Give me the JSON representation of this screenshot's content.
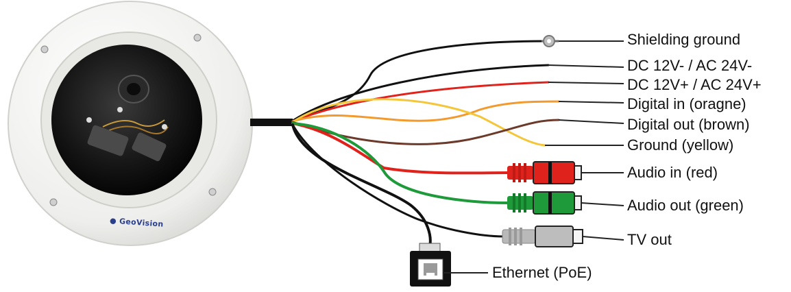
{
  "brand": "GeoVision",
  "labels": {
    "shielding_ground": "Shielding ground",
    "dc_neg": "DC 12V- / AC 24V-",
    "dc_pos": "DC 12V+ / AC 24V+",
    "digital_in": "Digital in (oragne)",
    "digital_out": "Digital out (brown)",
    "ground": "Ground (yellow)",
    "audio_in": "Audio in (red)",
    "audio_out": "Audio out (green)",
    "tv_out": "TV out",
    "ethernet": "Ethernet (PoE)"
  },
  "colors": {
    "black_wire": "#111111",
    "red_wire": "#e0221c",
    "orange_wire": "#f29a2e",
    "yellow_wire": "#f4c63b",
    "brown_wire": "#6b3a2a",
    "green_wire": "#1f9a3a",
    "gray_connector": "#b9b9b9",
    "camera_shell": "#f1f1ef"
  }
}
